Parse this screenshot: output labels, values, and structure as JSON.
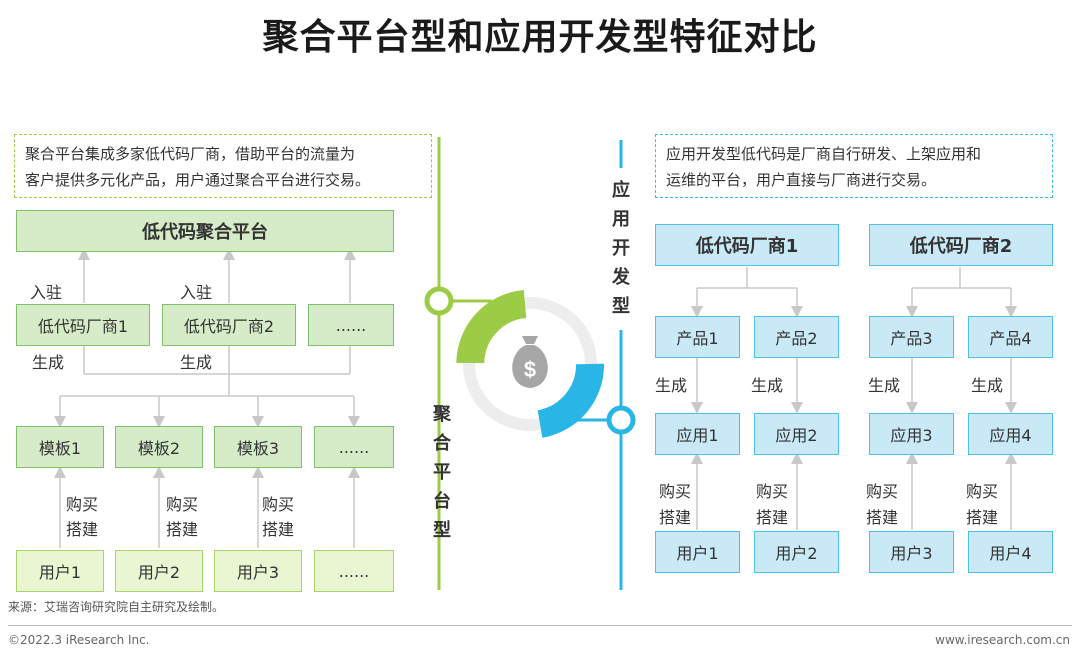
{
  "title": "聚合平台型和应用开发型特征对比",
  "left": {
    "description_line1": "聚合平台集成多家低代码厂商，借助平台的流量为",
    "description_line2": "客户提供多元化产品，用户通过聚合平台进行交易。",
    "platform": "低代码聚合平台",
    "enter_label": "入驻",
    "generate_label": "生成",
    "buy_label": "购买",
    "build_label": "搭建",
    "vendors": [
      "低代码厂商1",
      "低代码厂商2",
      "......"
    ],
    "templates": [
      "模板1",
      "模板2",
      "模板3",
      "......"
    ],
    "users": [
      "用户1",
      "用户2",
      "用户3",
      "......"
    ],
    "vertical_label": [
      "聚",
      "合",
      "平",
      "台",
      "型"
    ]
  },
  "right": {
    "description_line1": "应用开发型低代码是厂商自行研发、上架应用和",
    "description_line2": "运维的平台，用户直接与厂商进行交易。",
    "vendors": [
      "低代码厂商1",
      "低代码厂商2"
    ],
    "products": [
      "产品1",
      "产品2",
      "产品3",
      "产品4"
    ],
    "apps": [
      "应用1",
      "应用2",
      "应用3",
      "应用4"
    ],
    "users": [
      "用户1",
      "用户2",
      "用户3",
      "用户4"
    ],
    "generate_label": "生成",
    "buy_label": "购买",
    "build_label": "搭建",
    "vertical_label": [
      "应",
      "用",
      "开",
      "发",
      "型"
    ]
  },
  "center_icon": "money-bag-icon",
  "colors": {
    "green": "#9ccc45",
    "blue": "#29b6e6",
    "gray_ring": "#ededed",
    "bag": "#a6a6a6"
  },
  "source": "来源：艾瑞咨询研究院自主研究及绘制。",
  "copyright": "©2022.3 iResearch Inc.",
  "website": "www.iresearch.com.cn"
}
